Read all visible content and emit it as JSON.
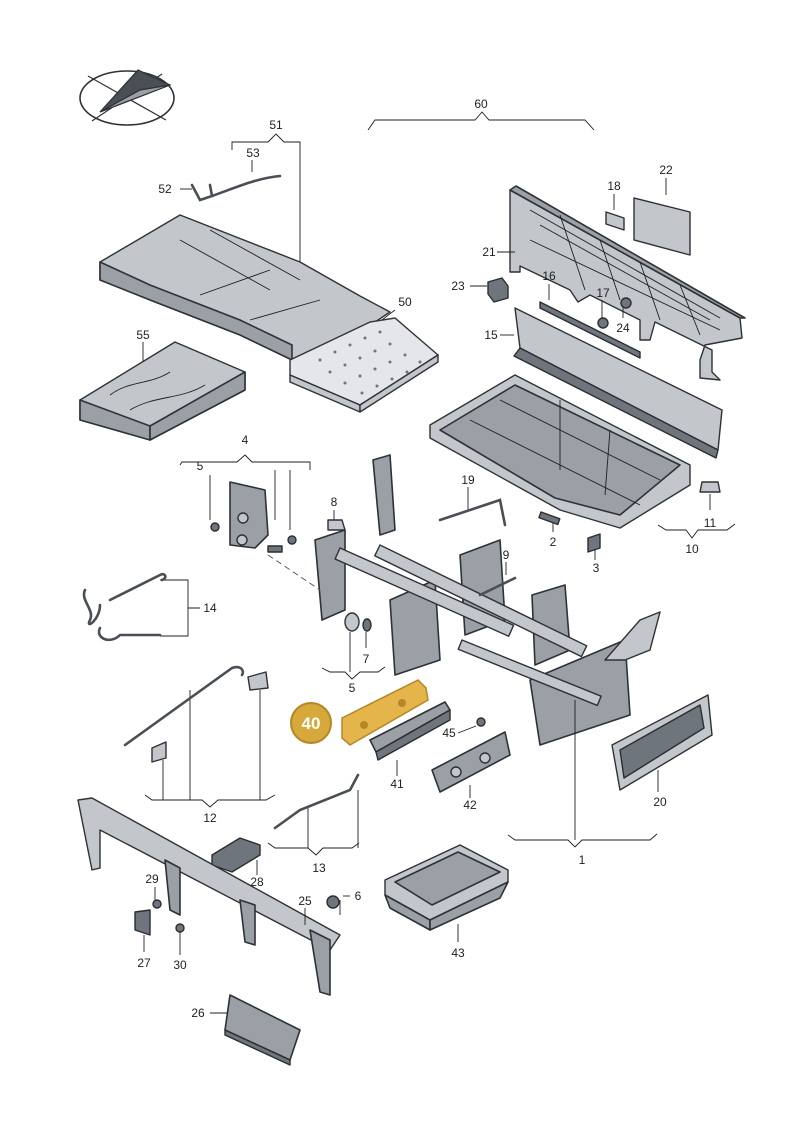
{
  "highlight": {
    "label": "40",
    "color": "#e3b54a",
    "badge_color": "#d7a93a"
  },
  "icons": {
    "orientation": "direction-arrow-icon"
  },
  "callouts": [
    {
      "id": "c60",
      "label": "60"
    },
    {
      "id": "c51",
      "label": "51"
    },
    {
      "id": "c53",
      "label": "53"
    },
    {
      "id": "c52",
      "label": "52"
    },
    {
      "id": "c50",
      "label": "50"
    },
    {
      "id": "c55",
      "label": "55"
    },
    {
      "id": "c18",
      "label": "18"
    },
    {
      "id": "c22",
      "label": "22"
    },
    {
      "id": "c21",
      "label": "21"
    },
    {
      "id": "c23",
      "label": "23"
    },
    {
      "id": "c16",
      "label": "16"
    },
    {
      "id": "c17",
      "label": "17"
    },
    {
      "id": "c24",
      "label": "24"
    },
    {
      "id": "c15",
      "label": "15"
    },
    {
      "id": "c4",
      "label": "4"
    },
    {
      "id": "c5a",
      "label": "5"
    },
    {
      "id": "c8",
      "label": "8"
    },
    {
      "id": "c19",
      "label": "19"
    },
    {
      "id": "c11",
      "label": "11"
    },
    {
      "id": "c10",
      "label": "10"
    },
    {
      "id": "c2",
      "label": "2"
    },
    {
      "id": "c3",
      "label": "3"
    },
    {
      "id": "c9",
      "label": "9"
    },
    {
      "id": "c14",
      "label": "14"
    },
    {
      "id": "c7",
      "label": "7"
    },
    {
      "id": "c5b",
      "label": "5"
    },
    {
      "id": "c45",
      "label": "45"
    },
    {
      "id": "c41",
      "label": "41"
    },
    {
      "id": "c42",
      "label": "42"
    },
    {
      "id": "c20",
      "label": "20"
    },
    {
      "id": "c12",
      "label": "12"
    },
    {
      "id": "c1",
      "label": "1"
    },
    {
      "id": "c13",
      "label": "13"
    },
    {
      "id": "c29",
      "label": "29"
    },
    {
      "id": "c28",
      "label": "28"
    },
    {
      "id": "c25",
      "label": "25"
    },
    {
      "id": "c6",
      "label": "6"
    },
    {
      "id": "c27",
      "label": "27"
    },
    {
      "id": "c30",
      "label": "30"
    },
    {
      "id": "c43",
      "label": "43"
    },
    {
      "id": "c26",
      "label": "26"
    }
  ]
}
